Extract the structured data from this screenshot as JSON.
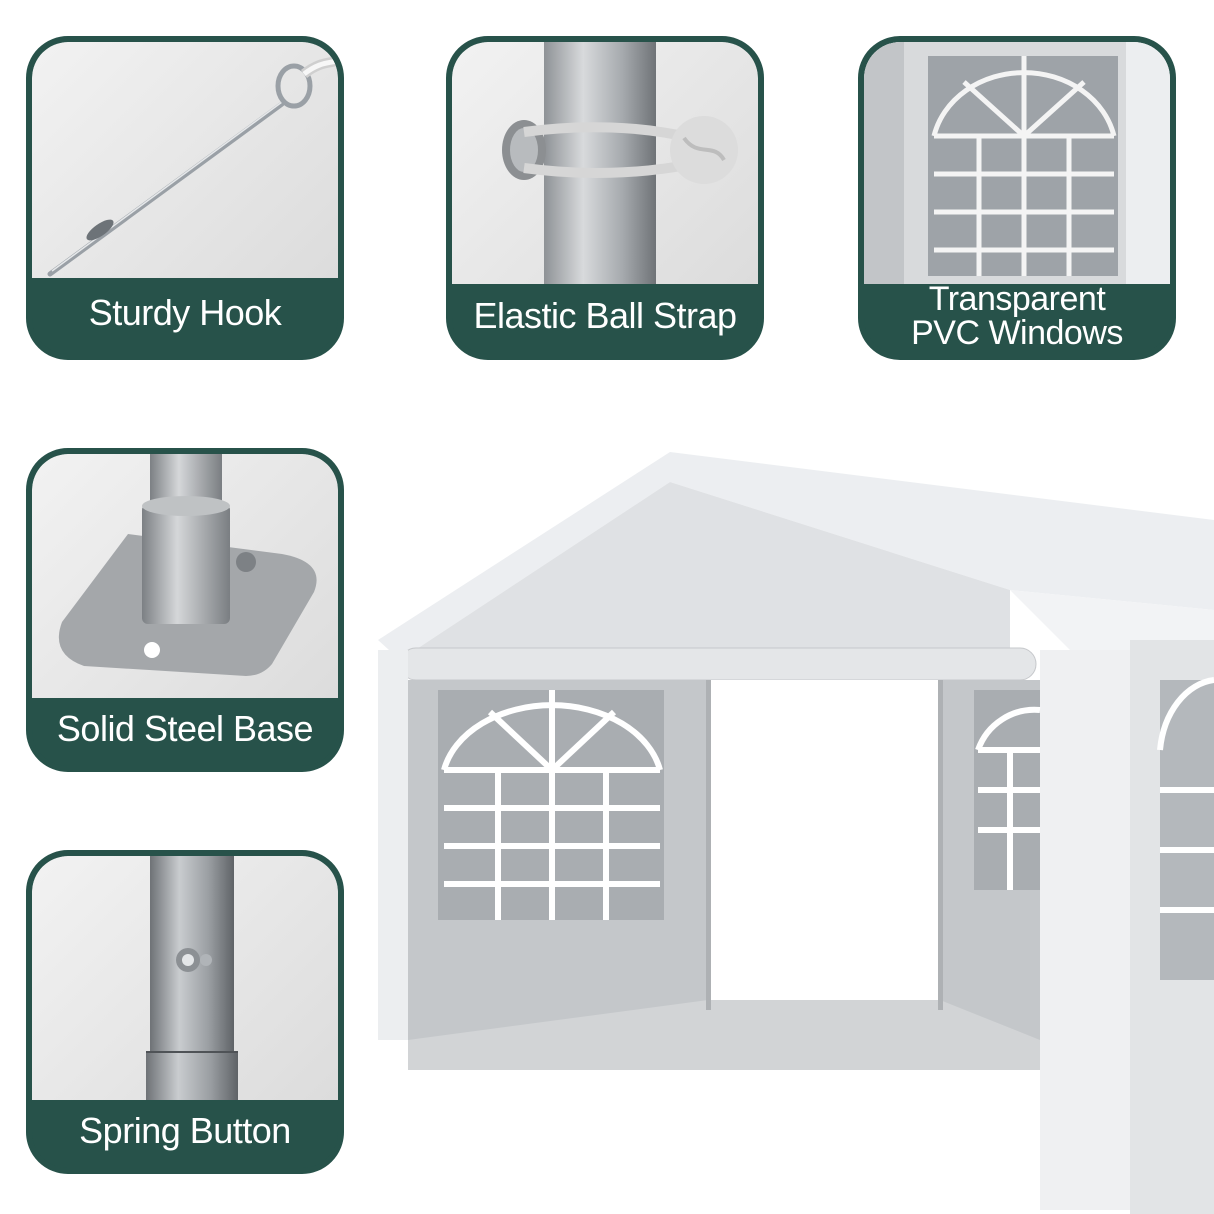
{
  "features": [
    {
      "id": "hook",
      "label": "Sturdy Hook",
      "icon": "ground-stake-hook"
    },
    {
      "id": "strap",
      "label": "Elastic Ball Strap",
      "icon": "ball-bungee-strap"
    },
    {
      "id": "window",
      "label": "Transparent PVC Windows",
      "line1": "Transparent",
      "line2": "PVC Windows",
      "icon": "window-panel"
    },
    {
      "id": "base",
      "label": "Solid Steel Base",
      "icon": "steel-foot-plate"
    },
    {
      "id": "button",
      "label": "Spring Button",
      "icon": "spring-button-pole"
    }
  ],
  "colors": {
    "accent": "#27524a",
    "canopy": "#f4f5f7",
    "wall": "#d9dadc"
  }
}
